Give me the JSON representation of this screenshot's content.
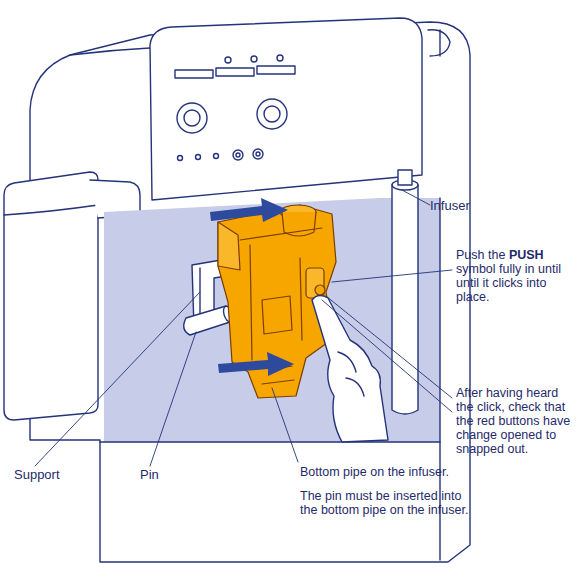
{
  "diagram": {
    "labels": [
      "Infuser",
      "Push the PUSH symbol fully in until until it clicks into place.",
      "After having heard the click, check that the red buttons have change opened to snapped out.",
      "Support",
      "Pin",
      "Bottom pipe on the infuser.",
      "The pin must be inserted into the bottom pipe on the infuser."
    ]
  }
}
